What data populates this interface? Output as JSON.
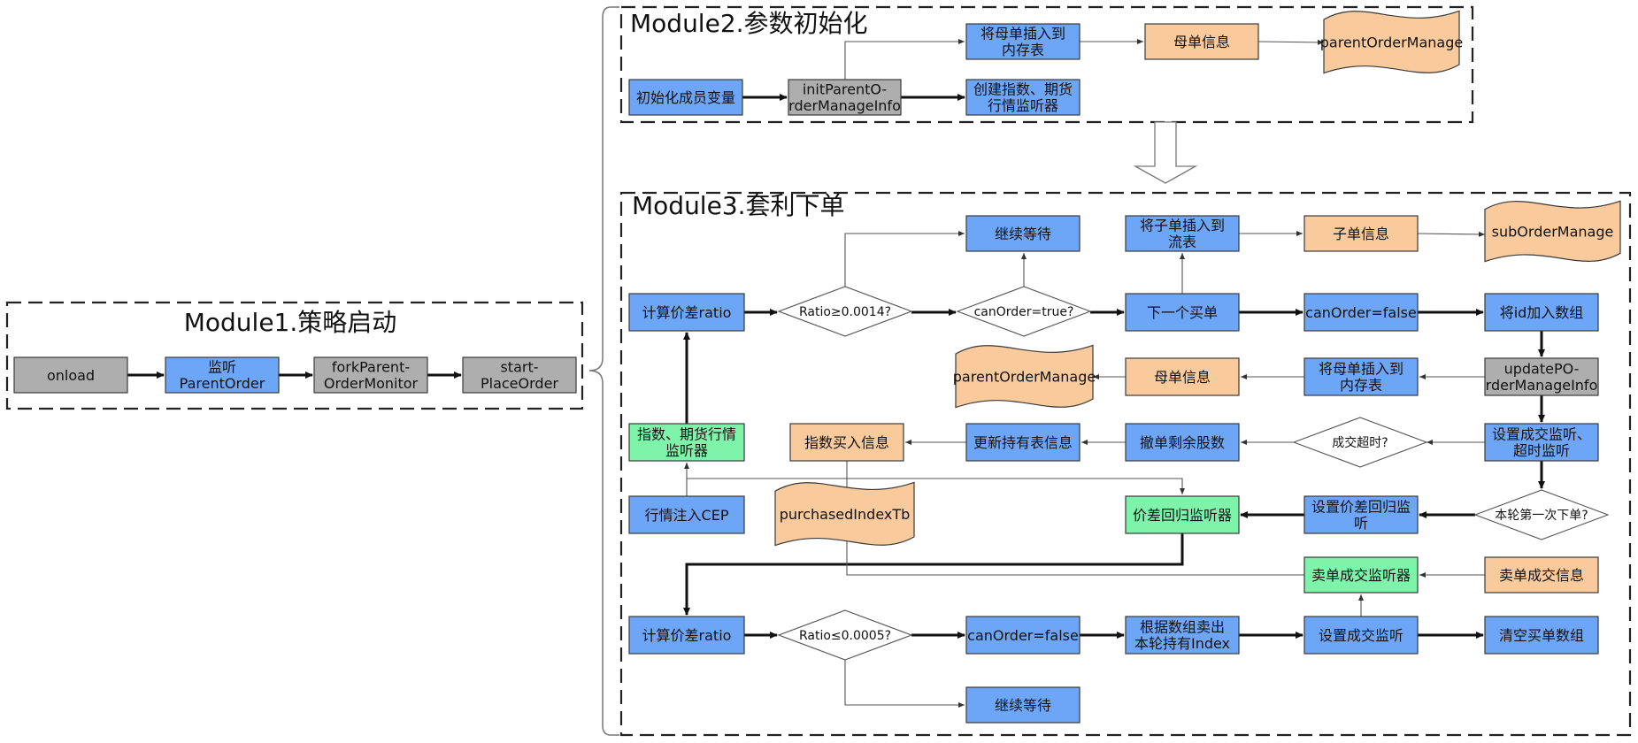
{
  "colors": {
    "blue": "#6ea6f7",
    "gray": "#aeaeae",
    "green": "#7df4aa",
    "orange": "#f8ca9c",
    "stroke": "#3a3a3a",
    "dashed": "#222222",
    "decision_fill": "#ffffff"
  },
  "modules": {
    "m1": {
      "title": "Module1.策略启动"
    },
    "m2": {
      "title": "Module2.参数初始化"
    },
    "m3": {
      "title": "Module3.套利下单"
    }
  },
  "nodes": {
    "onload": [
      "onload"
    ],
    "listen_parent": [
      "监听",
      "ParentOrder"
    ],
    "fork_parent": [
      "forkParent-",
      "OrderMonitor"
    ],
    "start_place": [
      "start-",
      "PlaceOrder"
    ],
    "init_vars": [
      "初始化成员变量"
    ],
    "init_pom": [
      "initParentO-",
      "rderManageInfo"
    ],
    "insert_mem_top": [
      "将母单插入到",
      "内存表"
    ],
    "create_listener": [
      "创建指数、期货",
      "行情监听器"
    ],
    "parent_info_top": [
      "母单信息"
    ],
    "pom_doc_top": [
      "parentOrderManage"
    ],
    "calc_ratio_1": [
      "计算价差ratio"
    ],
    "ratio_ge": [
      "Ratio≥0.0014?"
    ],
    "continue_wait_1": [
      "继续等待"
    ],
    "can_order_true": [
      "canOrder=true?"
    ],
    "next_buy": [
      "下一个买单"
    ],
    "insert_sub_flow": [
      "将子单插入到",
      "流表"
    ],
    "sub_info": [
      "子单信息"
    ],
    "sub_doc": [
      "subOrderManage"
    ],
    "can_order_false_1": [
      "canOrder=false"
    ],
    "add_id": [
      "将id加入数组"
    ],
    "update_pom": [
      "updatePO-",
      "rderManageInfo"
    ],
    "insert_mem_mid": [
      "将母单插入到",
      "内存表"
    ],
    "parent_info_mid": [
      "母单信息"
    ],
    "pom_doc_mid": [
      "parentOrderManage"
    ],
    "set_deal_timeout": [
      "设置成交监听、",
      "超时监听"
    ],
    "deal_timeout_q": [
      "成交超时?"
    ],
    "cancel_remain": [
      "撤单剩余股数"
    ],
    "update_holding": [
      "更新持有表信息"
    ],
    "index_buy_info": [
      "指数买入信息"
    ],
    "index_futures_listener": [
      "指数、期货行情",
      "监听器"
    ],
    "inject_cep": [
      "行情注入CEP"
    ],
    "purchased_doc": [
      "purchasedIndexTb"
    ],
    "spread_revert_listener": [
      "价差回归监听器"
    ],
    "set_spread_revert": [
      "设置价差回归监",
      "听"
    ],
    "first_order_q": [
      "本轮第一次下单?"
    ],
    "sell_deal_listener": [
      "卖单成交监听器"
    ],
    "sell_deal_info": [
      "卖单成交信息"
    ],
    "calc_ratio_2": [
      "计算价差ratio"
    ],
    "ratio_le": [
      "Ratio≤0.0005?"
    ],
    "can_order_false_2": [
      "canOrder=false"
    ],
    "sell_by_array": [
      "根据数组卖出",
      "本轮持有Index"
    ],
    "set_deal_listen": [
      "设置成交监听"
    ],
    "clear_buy_array": [
      "清空买单数组"
    ],
    "continue_wait_2": [
      "继续等待"
    ]
  }
}
